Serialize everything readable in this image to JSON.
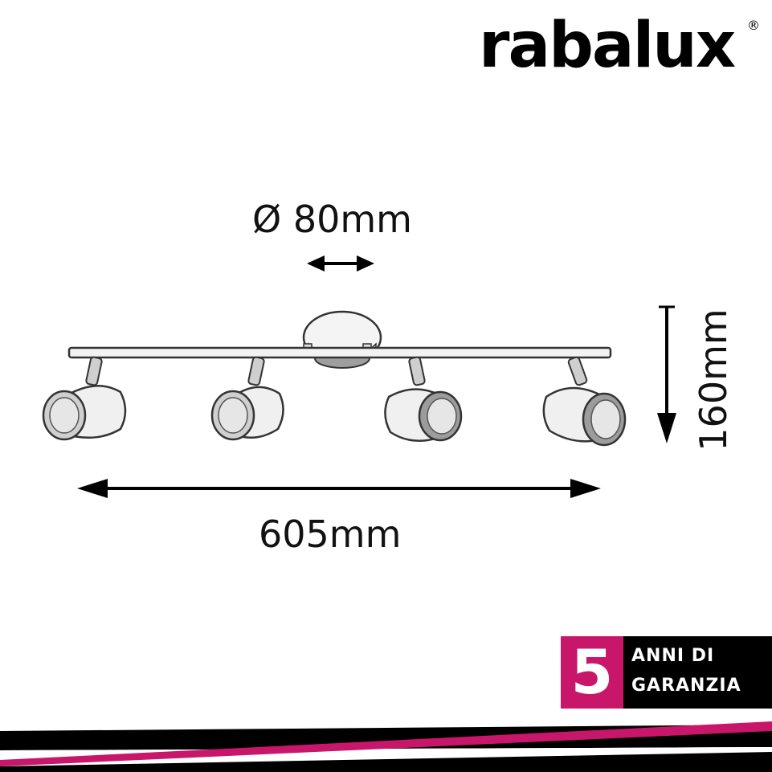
{
  "brand": {
    "logo_text": "rabalux",
    "registered_mark": "®"
  },
  "dimensions": {
    "diameter_label": "Ø 80mm",
    "width_label": "605mm",
    "height_label": "160mm"
  },
  "product_drawing": {
    "spotlight_count": 4
  },
  "warranty": {
    "years": "5",
    "line1": "ANNI DI",
    "line2": "GARANZIA"
  },
  "colors": {
    "brand_magenta": "#c8166b",
    "black": "#000000",
    "line": "#333333"
  }
}
